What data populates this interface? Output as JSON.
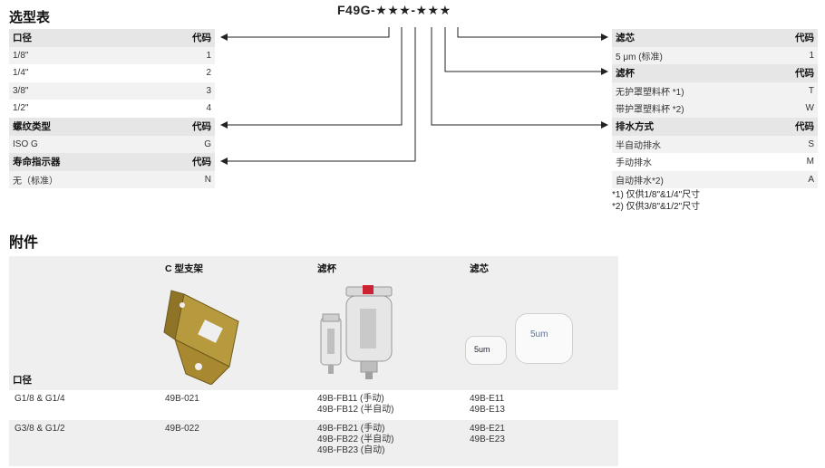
{
  "selection_title": "选型表",
  "model_code": "F49G-★★★-★★★",
  "port_table": {
    "header": {
      "label": "口径",
      "code": "代码"
    },
    "rows": [
      {
        "label": "1/8\"",
        "code": "1"
      },
      {
        "label": "1/4\"",
        "code": "2"
      },
      {
        "label": "3/8\"",
        "code": "3"
      },
      {
        "label": "1/2\"",
        "code": "4"
      }
    ]
  },
  "thread_table": {
    "header": {
      "label": "螺纹类型",
      "code": "代码"
    },
    "rows": [
      {
        "label": "ISO G",
        "code": "G"
      }
    ]
  },
  "indicator_table": {
    "header": {
      "label": "寿命指示器",
      "code": "代码"
    },
    "rows": [
      {
        "label": "无（标准）",
        "code": "N"
      }
    ]
  },
  "filter_table": {
    "header": {
      "label": "滤芯",
      "code": "代码"
    },
    "rows": [
      {
        "label": "5 μm (标准)",
        "code": "1"
      }
    ]
  },
  "bowl_table": {
    "header": {
      "label": "滤杯",
      "code": "代码"
    },
    "rows": [
      {
        "label": "无护罩塑料杯 *1)",
        "code": "T"
      },
      {
        "label": "带护罩塑料杯 *2)",
        "code": "W"
      }
    ]
  },
  "drain_table": {
    "header": {
      "label": "排水方式",
      "code": "代码"
    },
    "rows": [
      {
        "label": "半自动排水",
        "code": "S"
      },
      {
        "label": "手动排水",
        "code": "M"
      },
      {
        "label": "自动排水*2)",
        "code": "A"
      }
    ]
  },
  "notes": [
    "*1) 仅供1/8\"&1/4\"尺寸",
    "*2) 仅供3/8\"&1/2\"尺寸"
  ],
  "accessories_title": "附件",
  "accessories": {
    "headers": {
      "bracket": "C 型支架",
      "bowl": "滤杯",
      "element": "滤芯",
      "port": "口径"
    },
    "element_label": "5um",
    "rows": [
      {
        "port": "G1/8 & G1/4",
        "bracket": "49B-021",
        "bowl": [
          "49B-FB11 (手动)",
          "49B-FB12 (半自动)"
        ],
        "element": [
          "49B-E11",
          "49B-E13"
        ]
      },
      {
        "port": "G3/8 & G1/2",
        "bracket": "49B-022",
        "bowl": [
          "49B-FB21 (手动)",
          "49B-FB22 (半自动)",
          "49B-FB23 (自动)"
        ],
        "element": [
          "49B-E21",
          "49B-E23"
        ]
      }
    ]
  },
  "colors": {
    "header_bg": "#e6e6e6",
    "row_bg": "#f2f2f2",
    "accessory_bg": "#efefef",
    "line": "#222222"
  }
}
